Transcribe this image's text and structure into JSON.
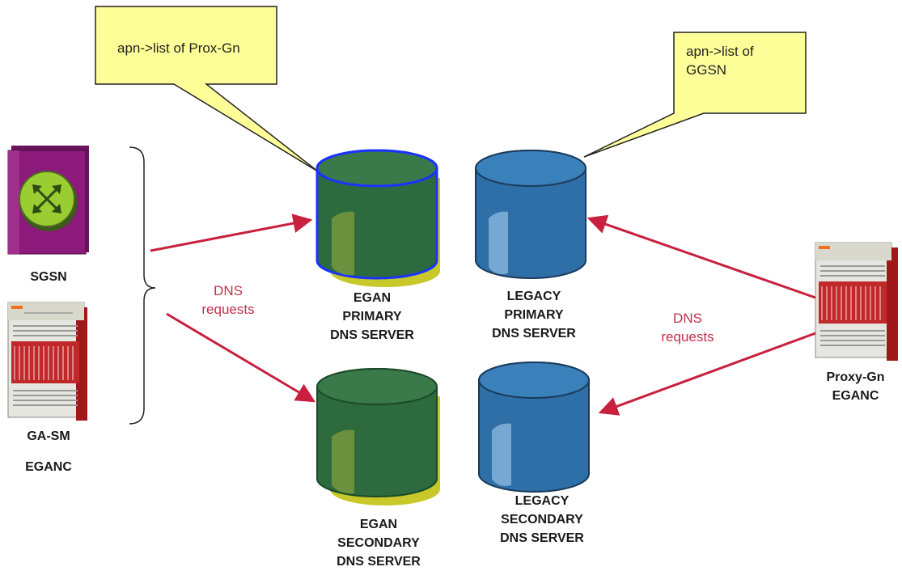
{
  "callouts": {
    "left": "apn->list of Prox-Gn",
    "right_line1": "apn->list of",
    "right_line2": "GGSN"
  },
  "devices": {
    "sgsn": "SGSN",
    "gasm": "GA-SM",
    "gasm_sub": "EGANC",
    "proxy_line1": "Proxy-Gn",
    "proxy_line2": "EGANC"
  },
  "servers": {
    "egan_primary": [
      "EGAN",
      "PRIMARY",
      "DNS SERVER"
    ],
    "legacy_primary": [
      "LEGACY",
      "PRIMARY",
      "DNS SERVER"
    ],
    "egan_secondary": [
      "EGAN",
      "SECONDARY",
      "DNS SERVER"
    ],
    "legacy_secondary": [
      "LEGACY",
      "SECONDARY",
      "DNS SERVER"
    ]
  },
  "requests": {
    "left": [
      "DNS",
      "requests"
    ],
    "right": [
      "DNS",
      "requests"
    ]
  },
  "colors": {
    "egan_db": "#2d6a3e",
    "legacy_db": "#2e6fa8",
    "arrow": "#c8203e",
    "callout": "#ffff99",
    "sgsn_box": "#8b1a7a"
  }
}
